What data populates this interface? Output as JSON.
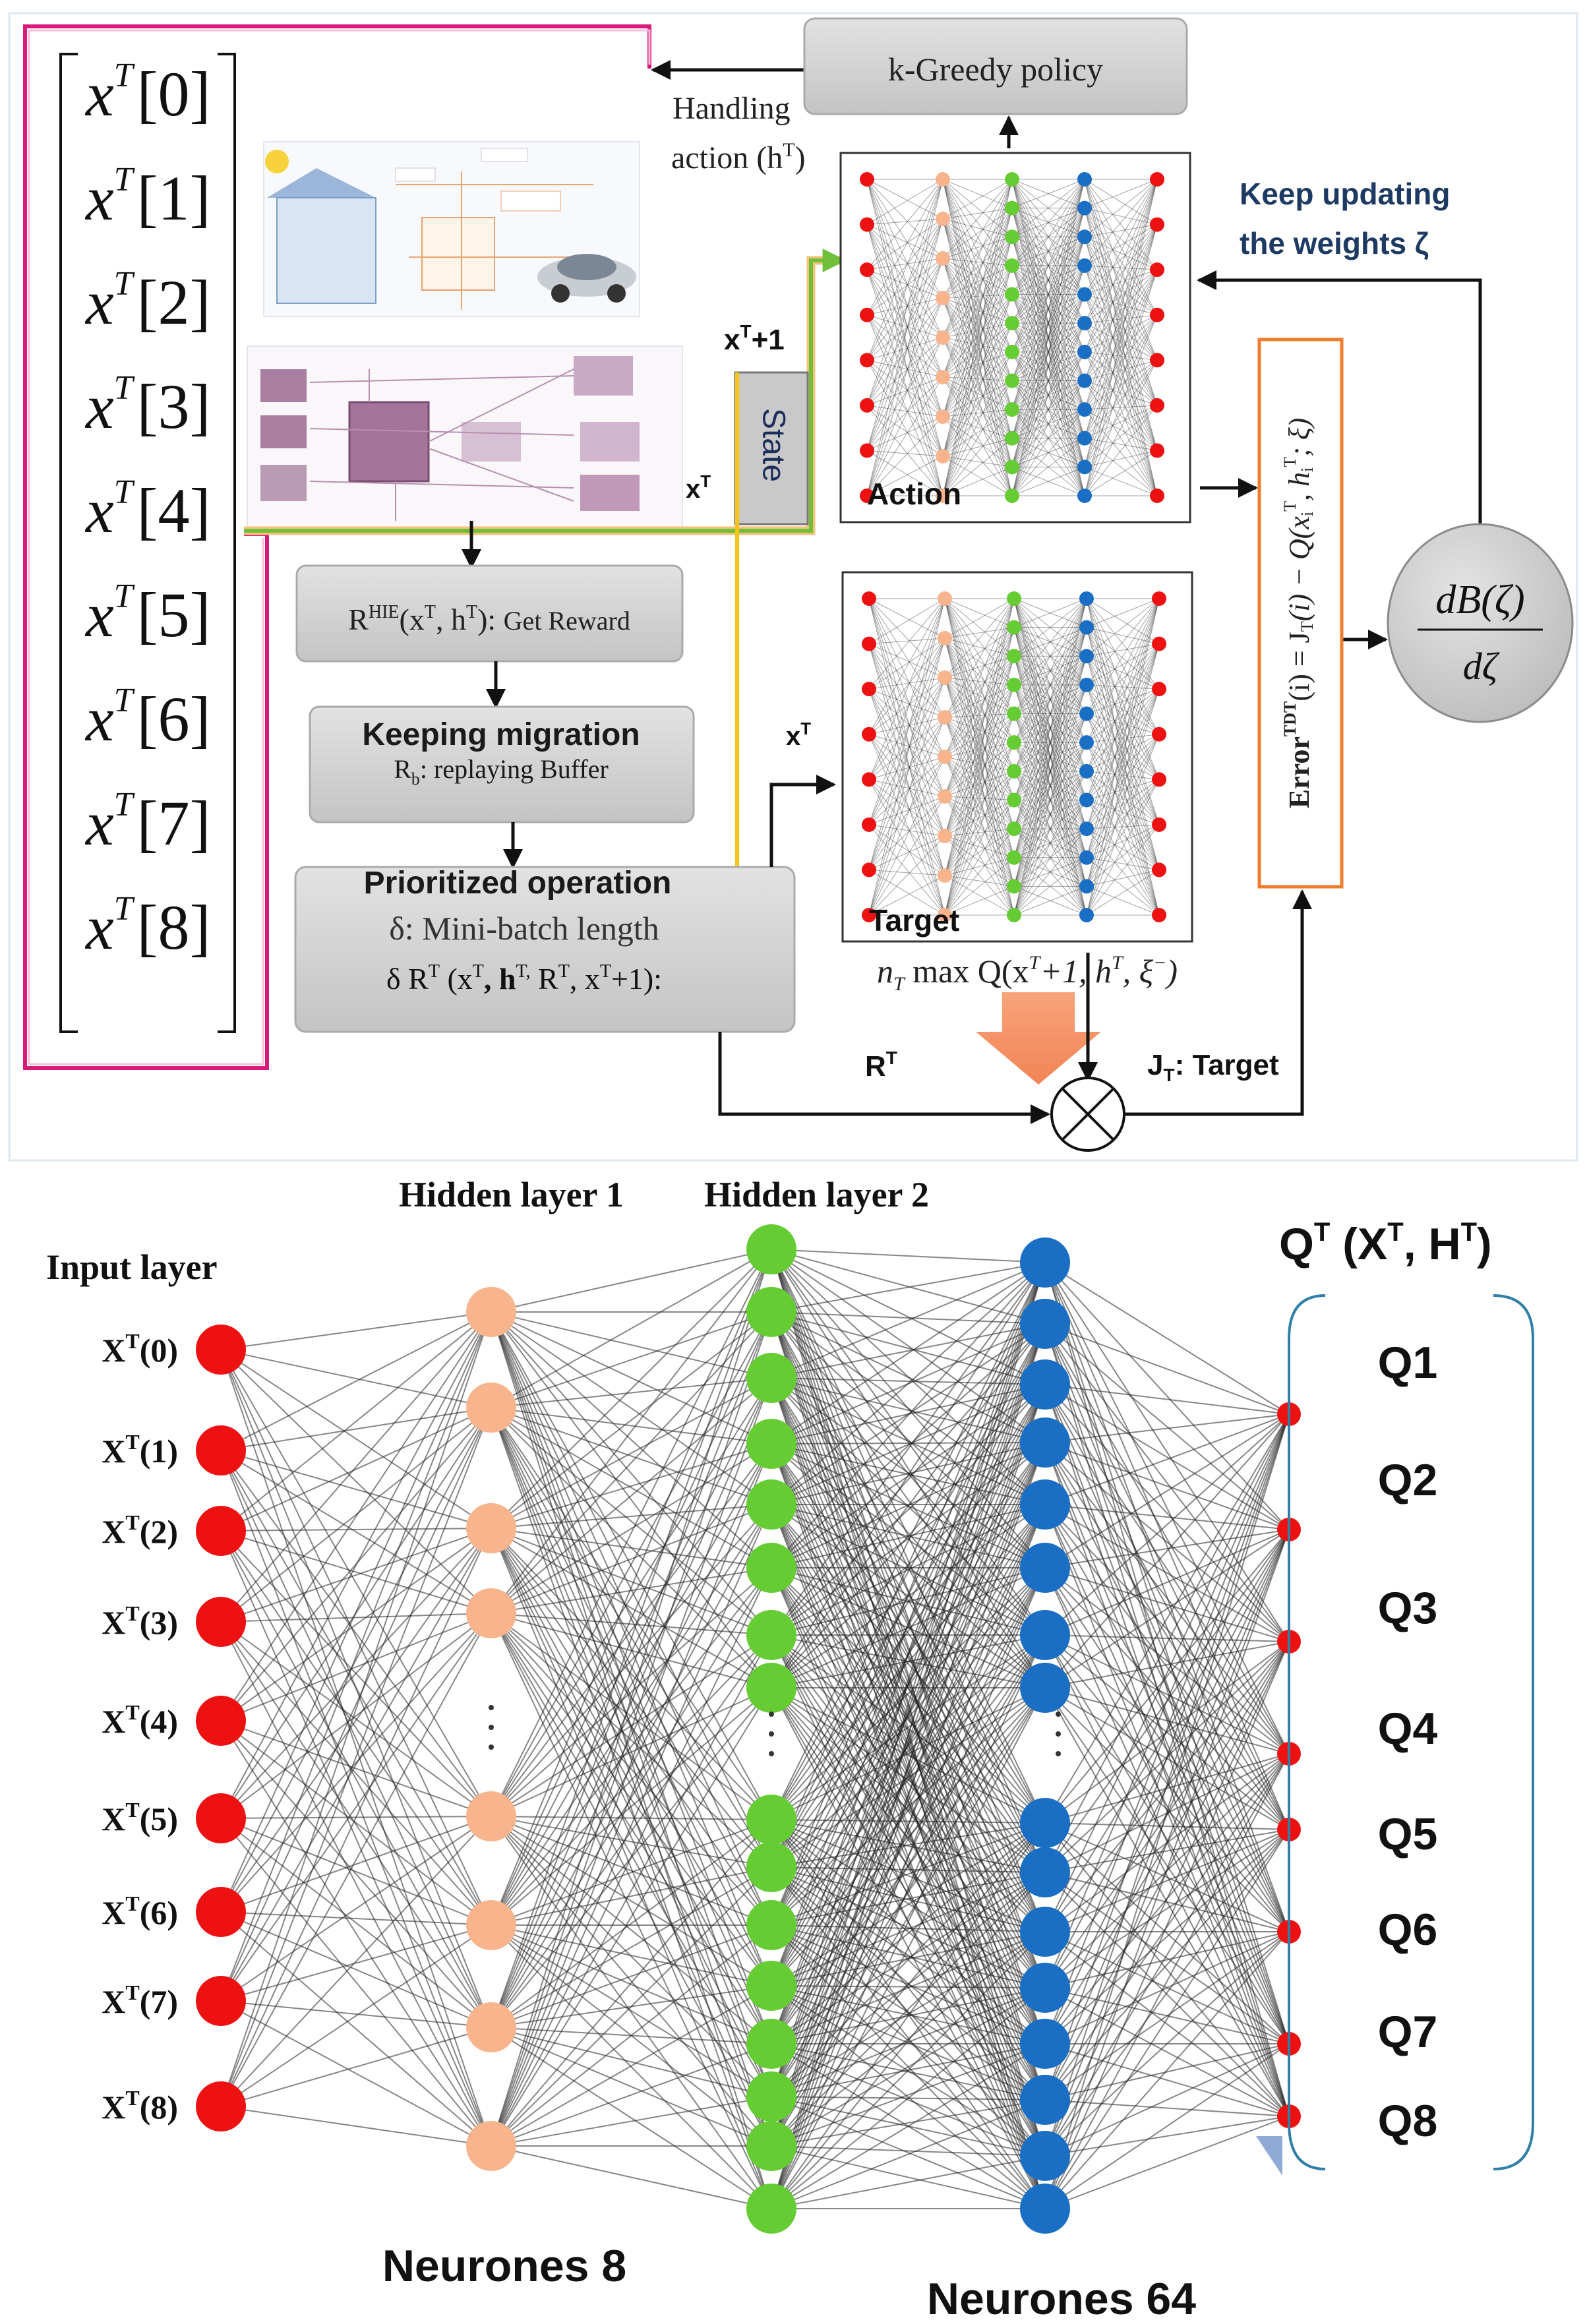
{
  "top": {
    "state_vector": [
      "[0]",
      "[1]",
      "[2]",
      "[3]",
      "[4]",
      "[5]",
      "[6]",
      "[7]",
      "[8]"
    ],
    "state_var": "x",
    "state_sup": "T",
    "policy_box": "k-Greedy policy",
    "handling_line1": "Handling",
    "handling_line2": "action (h",
    "handling_sup": "T",
    "keep_updating_line1": "Keep updating",
    "keep_updating_line2": "the weights ζ",
    "xt_plus1": "x",
    "xt_plus1_sup": "T",
    "xt_plus1_suffix": "+1",
    "state_label": "State",
    "xt_label": "x",
    "xt_label_sup": "T",
    "xt_target_label": "x",
    "xt_target_sup": "T",
    "action_net_label": "Action",
    "target_net_label": "Target",
    "target_formula": "n",
    "target_formula_sub": "T",
    "target_formula_rest": " max Q(x",
    "target_formula_sup": "T",
    "target_formula_tail": "+1, h",
    "target_formula_sup2": "T",
    "target_formula_end": ", ξ",
    "target_formula_end_sup": "−",
    "target_formula_close": ")",
    "reward_box_main": "R",
    "reward_box_sup": "HIE",
    "reward_box_args": "(x",
    "reward_box_args_sup": "T",
    "reward_box_args2": ", h",
    "reward_box_args2_sup": "T",
    "reward_box_tail": "): ",
    "reward_box_desc": "Get Reward",
    "keep_mig_title": "Keeping migration",
    "keep_mig_sub": "R",
    "keep_mig_sub_b": "b",
    "keep_mig_sub_rest": ": replaying Buffer",
    "prio_title": "Prioritized operation",
    "prio_line2": "δ: Mini-batch length",
    "prio_line3": "δ R",
    "prio_line3_sup": "T",
    "prio_line3_rest": " (x",
    "prio_line3_sup2": "T",
    "prio_line3_rest2": ", h",
    "prio_line3_sup3": "T,",
    "prio_line3_rest3": " R",
    "prio_line3_sup4": "T",
    "prio_line3_rest4": ", x",
    "prio_line3_sup5": "T",
    "prio_line3_end": "+1):",
    "rt_label": "R",
    "rt_sup": "T",
    "jt_label": "J",
    "jt_sub": "T",
    "jt_rest": ": Target",
    "error_text": "Error",
    "error_sup": "TDT",
    "error_formula": "(i) = J",
    "error_sub": "T",
    "error_formula_rest": "(i) − Q(x",
    "error_sub2": "i",
    "error_sup2": "T",
    "error_formula_rest2": ", h",
    "error_sub3": "i",
    "error_sup3": "T",
    "error_formula_end": "; ξ)",
    "grad_num": "dB(ζ)",
    "grad_den": "dζ"
  },
  "bottom": {
    "input_layer_label": "Input layer",
    "hidden1_label": "Hidden layer 1",
    "hidden2_label": "Hidden layer 2",
    "inputs": [
      "(0)",
      "(1)",
      "(2)",
      "(3)",
      "(4)",
      "(5)",
      "(6)",
      "(7)",
      "(8)"
    ],
    "input_var": "X",
    "input_sup": "T",
    "q_title_main": "Q",
    "q_title_sup": "T",
    "q_title_args": " (X",
    "q_title_sup2": "T",
    "q_title_mid": ", H",
    "q_title_sup3": "T",
    "q_title_close": ")",
    "outputs": [
      "Q1",
      "Q2",
      "Q3",
      "Q4",
      "Q5",
      "Q6",
      "Q7",
      "Q8"
    ],
    "neurones_8": "Neurones 8",
    "neurones_64": "Neurones 64"
  },
  "colors": {
    "input_node": "#ee1111",
    "hidden1_node": "#f8b48c",
    "hidden2_node": "#66cc33",
    "hidden3_node": "#1a6fc4",
    "output_node": "#ee1111",
    "box_fill": "#cfcfcf",
    "pink_border": "#d81b7a",
    "green_line": "#6fbf3a",
    "orange_line": "#f2a33a",
    "error_border": "#ef7d2e",
    "yellow_line": "#f4c418",
    "blue_bracket": "#2f7fa6"
  }
}
